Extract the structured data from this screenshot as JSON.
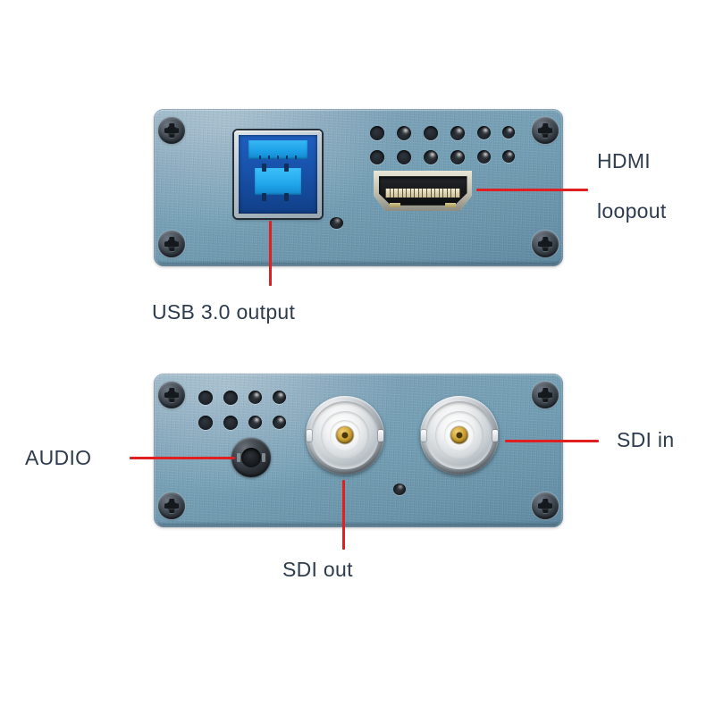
{
  "diagram": {
    "title": "Video capture device rear/front panel port callouts",
    "background_color": "#ffffff",
    "label_color": "#2e3c4f",
    "leader_color": "#e02020",
    "panel_color": "#74a0b6"
  },
  "labels": {
    "hdmi_line1": "HDMI",
    "hdmi_line2": "loopout",
    "usb": "USB 3.0 output",
    "audio": "AUDIO",
    "sdi_in": "SDI in",
    "sdi_out": "SDI out"
  },
  "panels": [
    {
      "name": "top-panel",
      "ports": [
        "usb-3.0-type-b",
        "hdmi",
        "vent-holes",
        "pinhole"
      ],
      "screws": 4,
      "vent_rows": 2,
      "vent_per_row": 6
    },
    {
      "name": "bottom-panel",
      "ports": [
        "audio-jack",
        "sdi-out-bnc",
        "sdi-in-bnc",
        "vent-holes",
        "pinhole"
      ],
      "screws": 4,
      "vent_rows": 2,
      "vent_per_row": 4
    }
  ]
}
